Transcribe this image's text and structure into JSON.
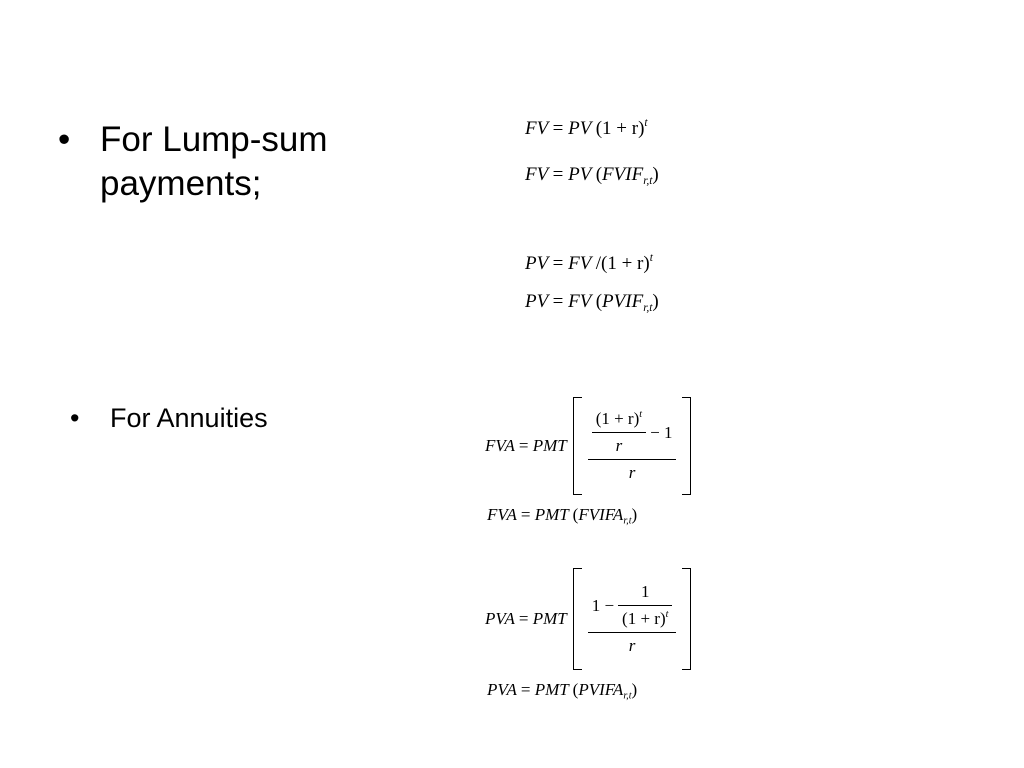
{
  "bullets": [
    {
      "marker": "•",
      "text": "For Lump-sum payments;"
    },
    {
      "marker": "•",
      "text": "For Annuities"
    }
  ],
  "lump_sum": {
    "eq1": {
      "lhs": "FV",
      "eq": "=",
      "rhs": "PV",
      "paren": "(1 + r)",
      "sup": "t"
    },
    "eq2": {
      "lhs": "FV",
      "eq": "=",
      "rhs": "PV",
      "open": "(",
      "factor": "FVIF",
      "sub": "r,t",
      "close": ")"
    },
    "eq3": {
      "lhs": "PV",
      "eq": "=",
      "rhs": "FV",
      "div": "/",
      "paren": "(1 + r)",
      "sup": "t"
    },
    "eq4": {
      "lhs": "PV",
      "eq": "=",
      "rhs": "FV",
      "open": "(",
      "factor": "PVIF",
      "sub": "r,t",
      "close": ")"
    }
  },
  "annuities": {
    "fva": {
      "lhs": "FVA",
      "eq": "=",
      "pmt": "PMT",
      "num_paren": "(1 + r)",
      "num_sup": "t",
      "minus_one": "− 1",
      "inner_den": "r",
      "den": "r"
    },
    "fva_factor": {
      "lhs": "FVA",
      "eq": "=",
      "pmt": "PMT",
      "open": "(",
      "factor": "FVIFA",
      "sub": "r,t",
      "close": ")"
    },
    "pva": {
      "lhs": "PVA",
      "eq": "=",
      "pmt": "PMT",
      "one_minus": "1 −",
      "frac_num": "1",
      "frac_den": "(1 + r)",
      "frac_sup": "t",
      "den": "r"
    },
    "pva_factor": {
      "lhs": "PVA",
      "eq": "=",
      "pmt": "PMT",
      "open": "(",
      "factor": "PVIFA",
      "sub": "r,t",
      "close": ")"
    }
  }
}
